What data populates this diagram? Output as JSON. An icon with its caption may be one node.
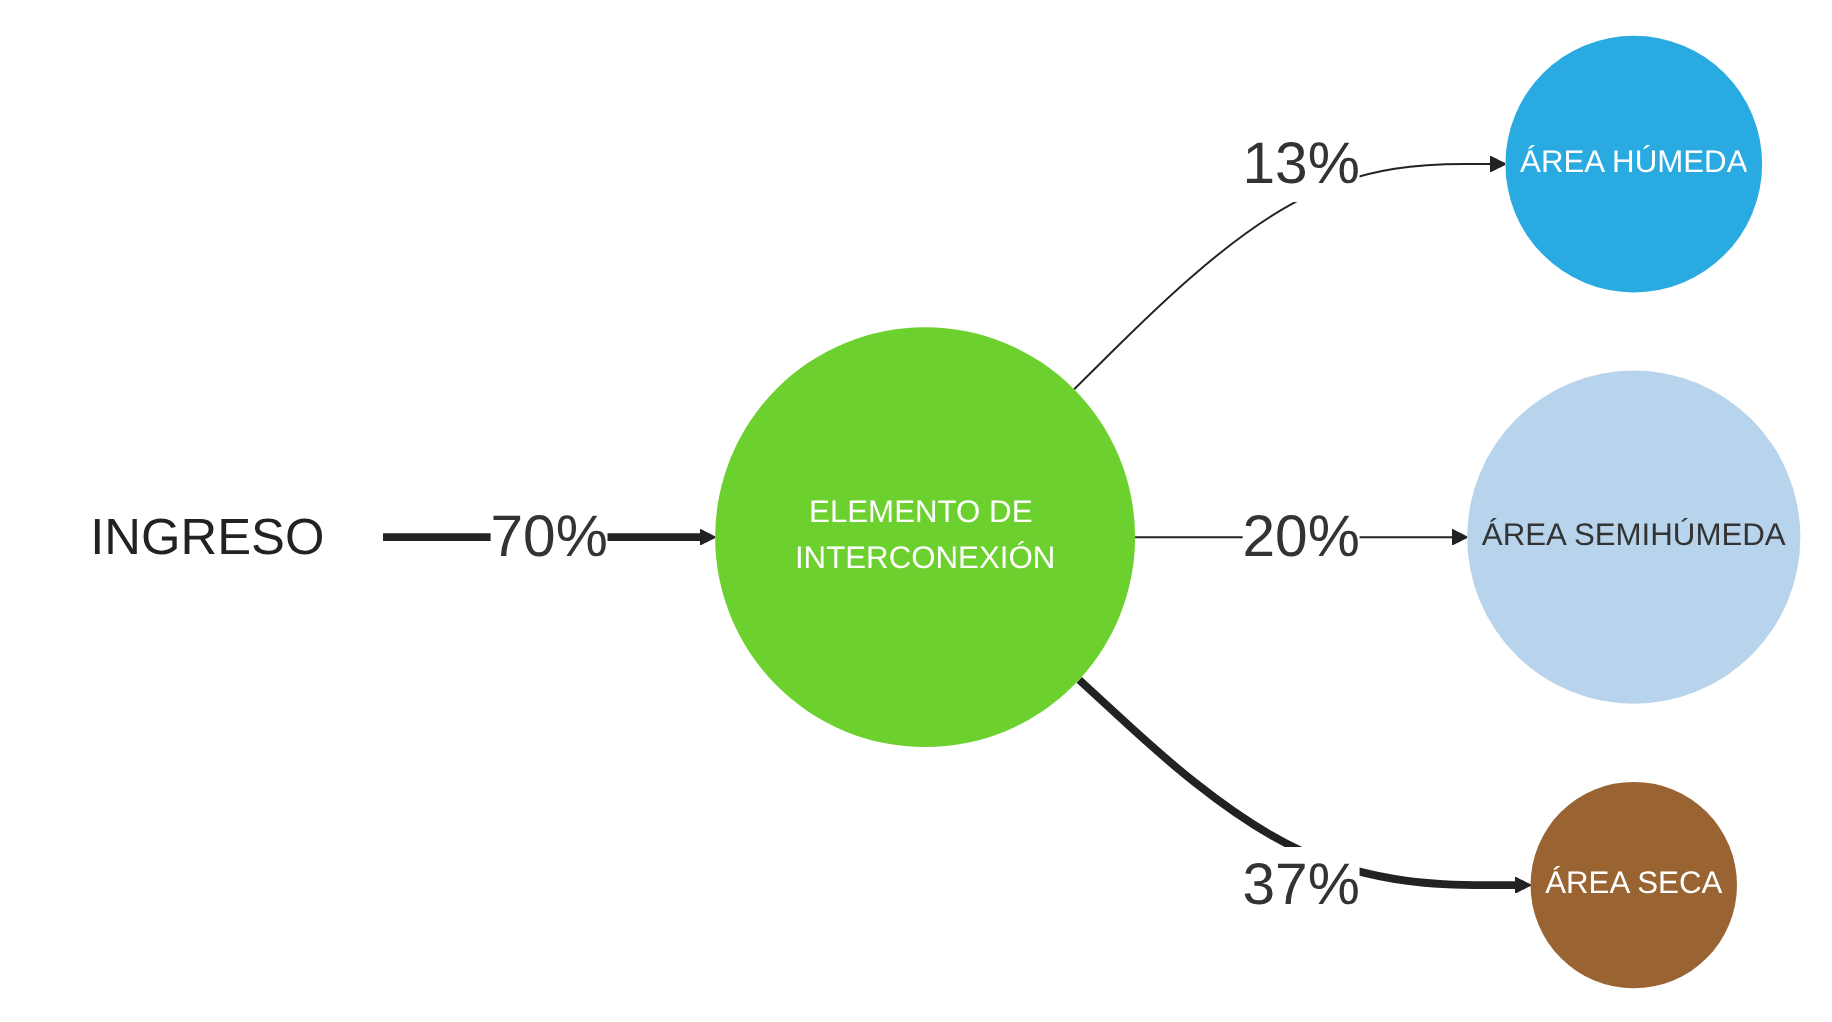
{
  "diagram": {
    "nodes": [
      {
        "text": [
          "INGRESO"
        ]
      },
      {
        "text": [
          "ELEMENTO DE INTERCONEXIÓN"
        ]
      },
      {
        "text": [
          "ÁREA HÚMEDA"
        ]
      },
      {
        "text": [
          "ÁREA SEMIHÚMEDA"
        ]
      },
      {
        "text": [
          "ÁREA SECA"
        ]
      }
    ],
    "edges": [
      {
        "from": 0,
        "to": 1,
        "arrow": "to",
        "label": "70%",
        "style": "thick"
      },
      {
        "from": 1,
        "to": 2,
        "arrow": "to",
        "label": "13%"
      },
      {
        "from": 1,
        "to": 3,
        "arrow": "to",
        "label": "20%"
      },
      {
        "from": 1,
        "to": 4,
        "arrow": "to",
        "label": "37%",
        "style": "thick"
      }
    ]
  }
}
